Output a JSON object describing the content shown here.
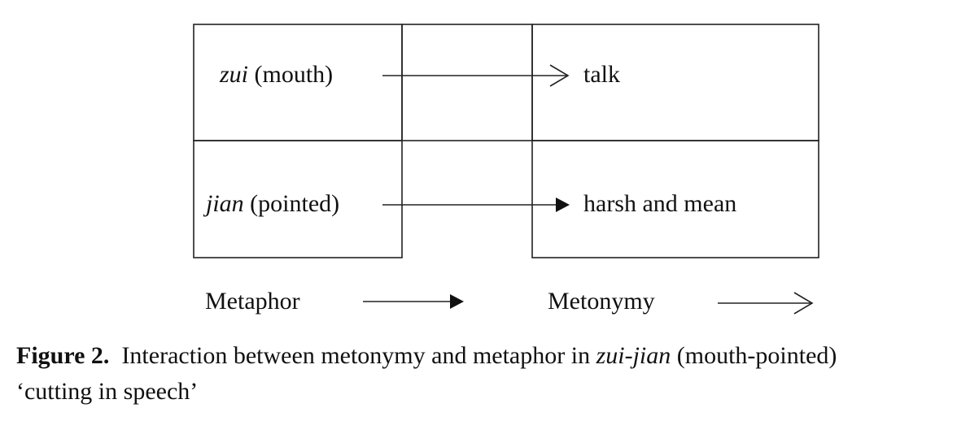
{
  "diagram": {
    "rows": [
      {
        "source_term": "zui",
        "source_gloss": "(mouth)",
        "target": "talk",
        "arrow": "open"
      },
      {
        "source_term": "jian",
        "source_gloss": "(pointed)",
        "target": "harsh and mean",
        "arrow": "filled"
      }
    ],
    "legend": [
      {
        "label": "Metaphor",
        "arrow": "filled"
      },
      {
        "label": "Metonymy",
        "arrow": "open"
      }
    ],
    "colors": {
      "line": "#222222",
      "text": "#111111",
      "background": "#ffffff"
    }
  },
  "caption": {
    "label": "Figure 2.",
    "text_before": "Interaction between metonymy and metaphor in",
    "term": "zui-jian",
    "text_after": "(mouth-pointed)",
    "line2": "‘cutting in speech’"
  }
}
